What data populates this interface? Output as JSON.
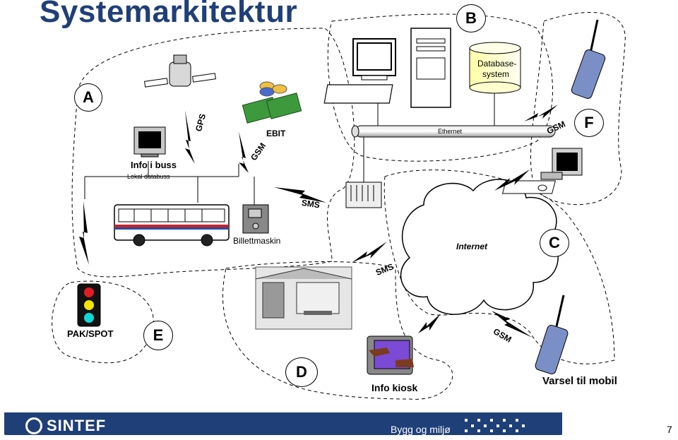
{
  "slide": {
    "title": "Systemarkitektur",
    "page_number": "7",
    "footer_text": "Bygg og miljø",
    "logo_text": "SINTEF"
  },
  "zones": {
    "a": "A",
    "b": "B",
    "c": "C",
    "d": "D",
    "e": "E",
    "f": "F"
  },
  "labels": {
    "database": "Database-system",
    "database_line1": "Database-",
    "database_line2": "system",
    "ethernet": "Ethernet",
    "ebit": "EBIT",
    "info_i_buss": "Info i buss",
    "lokal_databuss": "Lokal databuss",
    "gps": "GPS",
    "gsm_bus": "GSM",
    "gsm_top": "GSM",
    "gsm_bottom": "GSM",
    "sms_top": "SMS",
    "sms_mid": "SMS",
    "billettmaskin": "Billettmaskin",
    "internet": "Internet",
    "pak_spot": "PAK/SPOT",
    "info_kiosk": "Info kiosk",
    "varsel": "Varsel til mobil"
  },
  "colors": {
    "title": "#1f3f78",
    "footer_bar": "#1f3f78",
    "traffic_red": "#e11b22",
    "traffic_yellow": "#f3e500",
    "traffic_cyan": "#12d6d6",
    "phone": "#7a8fc6",
    "money_green": "#3c9a3c",
    "kiosk_purple": "#7b4bd6",
    "kiosk_hand": "#7b3b1f",
    "bus_stripe_red": "#c4252b",
    "bus_stripe_blue": "#2b4aa0"
  }
}
